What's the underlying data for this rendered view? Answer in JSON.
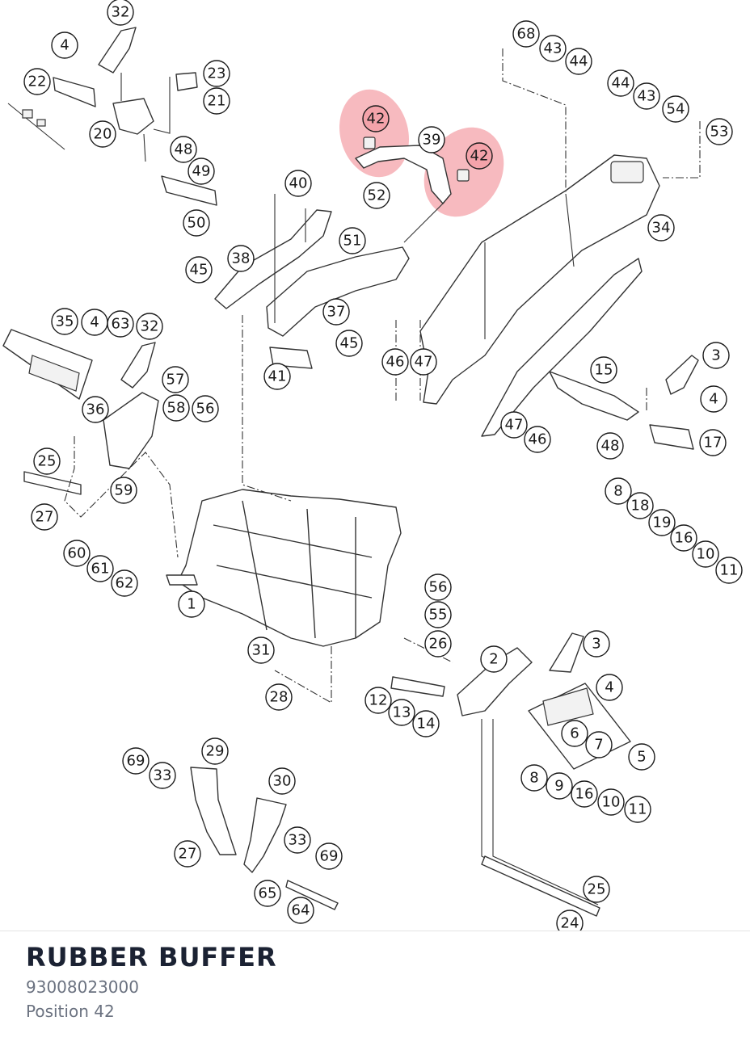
{
  "diagram": {
    "highlight_color": "#f4a3aa",
    "callouts": [
      "32",
      "4",
      "22",
      "23",
      "21",
      "20",
      "48",
      "49",
      "50",
      "68",
      "43",
      "44",
      "44",
      "43",
      "54",
      "53",
      "42",
      "39",
      "42",
      "40",
      "52",
      "51",
      "38",
      "45",
      "37",
      "45",
      "41",
      "34",
      "35",
      "4",
      "63",
      "32",
      "36",
      "57",
      "58",
      "56",
      "46",
      "47",
      "15",
      "3",
      "4",
      "17",
      "47",
      "46",
      "48",
      "25",
      "27",
      "59",
      "8",
      "18",
      "19",
      "16",
      "10",
      "11",
      "60",
      "61",
      "62",
      "1",
      "56",
      "55",
      "26",
      "31",
      "28",
      "12",
      "13",
      "14",
      "2",
      "3",
      "4",
      "6",
      "7",
      "5",
      "69",
      "29",
      "33",
      "27",
      "30",
      "33",
      "69",
      "65",
      "64",
      "8",
      "9",
      "16",
      "10",
      "11",
      "25",
      "24"
    ],
    "highlighted_callout": "42"
  },
  "part": {
    "name": "RUBBER BUFFER",
    "number": "93008023000",
    "position": "Position 42"
  }
}
